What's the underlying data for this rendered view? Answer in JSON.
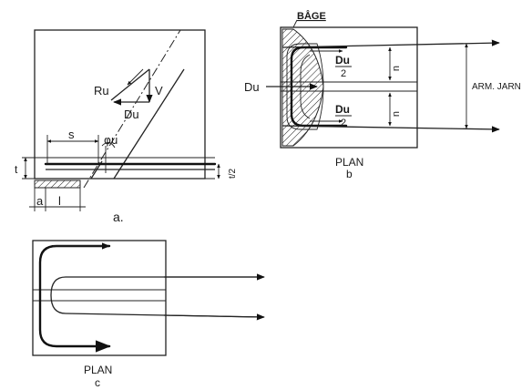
{
  "figure_a": {
    "labels": {
      "Ru": "Ru",
      "V": "V",
      "Du": "Du",
      "s": "s",
      "phi_u": "φu",
      "t": "t",
      "t_half": "t/2",
      "a": "a",
      "l": "l"
    },
    "caption": "a."
  },
  "figure_b": {
    "labels": {
      "bage": "BÅGE",
      "du_left": "Du",
      "du_half_top_num": "Du",
      "du_half_top_den": "2",
      "du_half_bottom_num": "Du",
      "du_half_bottom_den": "2",
      "u_top": "u",
      "u_bottom": "u",
      "arm_jarn": "ARM. JARN"
    },
    "plan": "PLAN",
    "caption": "b"
  },
  "figure_c": {
    "plan": "PLAN",
    "caption": "c"
  }
}
